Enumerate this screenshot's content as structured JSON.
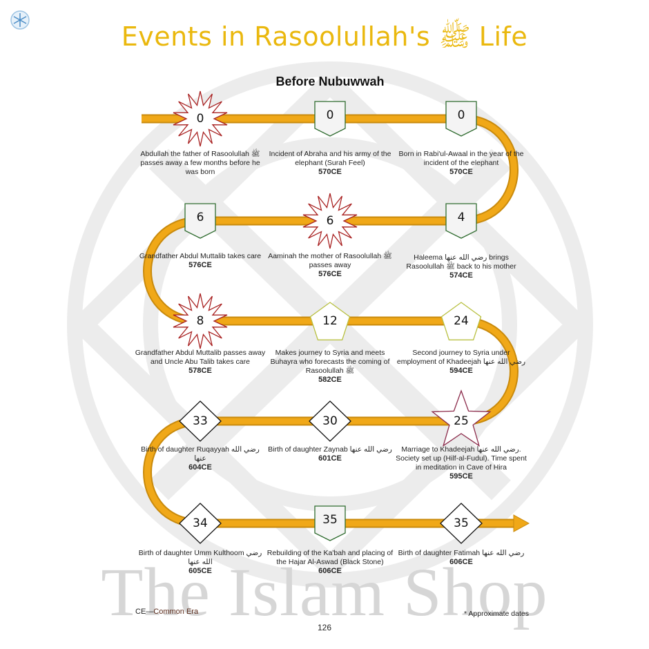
{
  "header": {
    "title": "Events in Rasoolullah's ﷺ Life",
    "subtitle": "Before Nubuwwah"
  },
  "watermark": "The Islam Shop",
  "colors": {
    "path": "#E8A317",
    "path_edge": "#C98A0C",
    "title": "#EAB80E",
    "burst": "#A82020",
    "tag": "#2E6B2E",
    "pentagon": "#B8C040",
    "diamond": "#111111",
    "star": "#8B2A4A"
  },
  "events": [
    {
      "age": "0",
      "shape": "burst",
      "text": "Abdullah the father of Rasoolullah ﷺ passes away a few months before he was born",
      "date": ""
    },
    {
      "age": "0",
      "shape": "tag",
      "text": "Incident of Abraha and his army of the elephant (Surah Feel)",
      "date": "570CE"
    },
    {
      "age": "0",
      "shape": "tag",
      "text": "Born in Rabi'ul-Awaal in the year of the incident of the elephant",
      "date": "570CE"
    },
    {
      "age": "4",
      "shape": "tag",
      "text": "Haleema رضي الله عنها brings Rasoolullah ﷺ back to his mother",
      "date": "574CE"
    },
    {
      "age": "6",
      "shape": "burst",
      "text": "Aaminah the mother of Rasoolullah ﷺ passes away",
      "date": "576CE"
    },
    {
      "age": "6",
      "shape": "tag",
      "text": "Grandfather Abdul Muttalib takes care",
      "date": "576CE"
    },
    {
      "age": "8",
      "shape": "burst",
      "text": "Grandfather Abdul Muttalib passes away and Uncle Abu Talib takes care",
      "date": "578CE"
    },
    {
      "age": "12",
      "shape": "pentagon",
      "text": "Makes journey to Syria and meets Buhayra who forecasts the coming of Rasoolullah ﷺ",
      "date": "582CE"
    },
    {
      "age": "24",
      "shape": "pentagon",
      "text": "Second journey to Syria under employment of Khadeejah رضي الله عنها",
      "date": "594CE"
    },
    {
      "age": "25",
      "shape": "star",
      "text": "Marriage to Khadeejah رضي الله عنها. Society set up (Hilf-al-Fudul). Time spent in meditation in Cave of Hira",
      "date": "595CE"
    },
    {
      "age": "30",
      "shape": "diamond",
      "text": "Birth of daughter Zaynab رضي الله عنها",
      "date": "601CE"
    },
    {
      "age": "33",
      "shape": "diamond",
      "text": "Birth of daughter Ruqayyah رضي الله عنها",
      "date": "604CE"
    },
    {
      "age": "34",
      "shape": "diamond",
      "text": "Birth of daughter Umm Kulthoom رضي الله عنها",
      "date": "605CE"
    },
    {
      "age": "35",
      "shape": "tag",
      "text": "Rebuilding of the Ka'bah and placing of the Hajar Al-Aswad (Black Stone)",
      "date": "606CE"
    },
    {
      "age": "35",
      "shape": "diamond",
      "text": "Birth of daughter Fatimah رضي الله عنها",
      "date": "606CE"
    }
  ],
  "footer": {
    "legend_abbr": "CE—",
    "legend_text": "Common Era",
    "note": "* Approximate dates",
    "page_number": "126"
  }
}
